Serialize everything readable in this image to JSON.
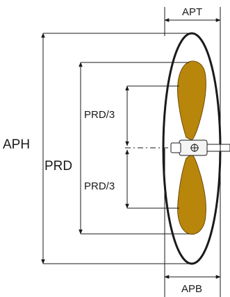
{
  "diagram": {
    "labels": {
      "apt": "APT",
      "aph": "APH",
      "prd": "PRD",
      "prd_third_upper": "PRD/3",
      "prd_third_lower": "PRD/3",
      "apb": "APB"
    },
    "colors": {
      "blade_fill": "#B8860B",
      "blade_stroke": "#6b4a0a",
      "line": "#1a1a1a",
      "background": "#ffffff"
    }
  }
}
